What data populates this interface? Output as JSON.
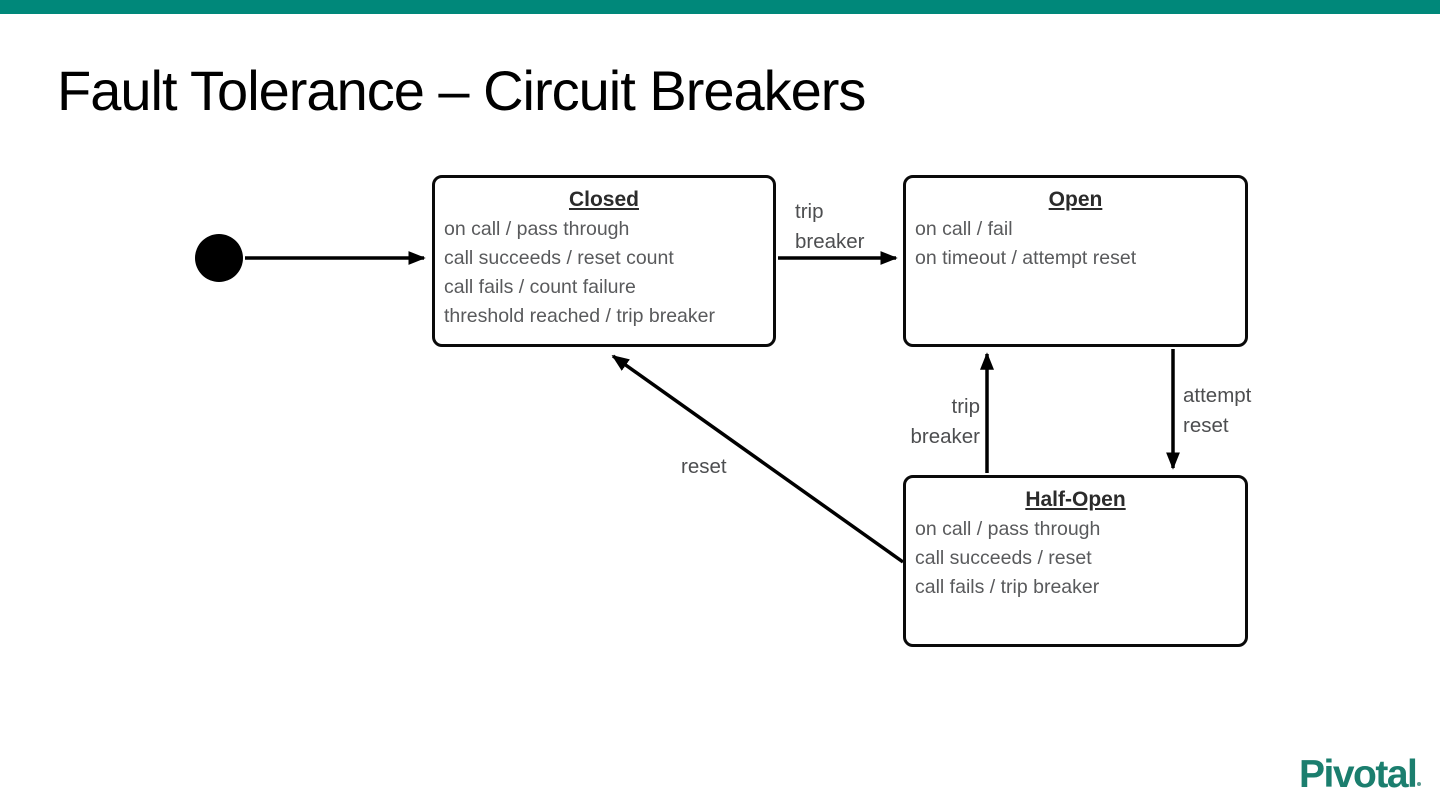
{
  "slide": {
    "title": "Fault Tolerance – Circuit Breakers",
    "logo_text": "Pivotal",
    "colors": {
      "accent_bar": "#00887A",
      "logo": "#1B7E6E",
      "state_body_text": "#595A5C",
      "stroke": "#000000"
    }
  },
  "diagram": {
    "type": "state-machine",
    "initial_state": "Closed",
    "states": [
      {
        "title": "Closed",
        "lines": [
          "on call / pass through",
          "call succeeds / reset count",
          "call fails / count failure",
          "threshold reached / trip breaker"
        ]
      },
      {
        "title": "Open",
        "lines": [
          "on call / fail",
          "on timeout / attempt reset"
        ]
      },
      {
        "title": "Half-Open",
        "lines": [
          "on call / pass through",
          "call succeeds / reset",
          "call fails / trip breaker"
        ]
      }
    ],
    "transitions": [
      {
        "from": "Closed",
        "to": "Open",
        "label_lines": [
          "trip",
          "breaker"
        ]
      },
      {
        "from": "Half-Open",
        "to": "Open",
        "label_lines": [
          "trip",
          "breaker"
        ]
      },
      {
        "from": "Open",
        "to": "Half-Open",
        "label_lines": [
          "attempt",
          "reset"
        ]
      },
      {
        "from": "Half-Open",
        "to": "Closed",
        "label_lines": [
          "reset"
        ]
      }
    ]
  }
}
